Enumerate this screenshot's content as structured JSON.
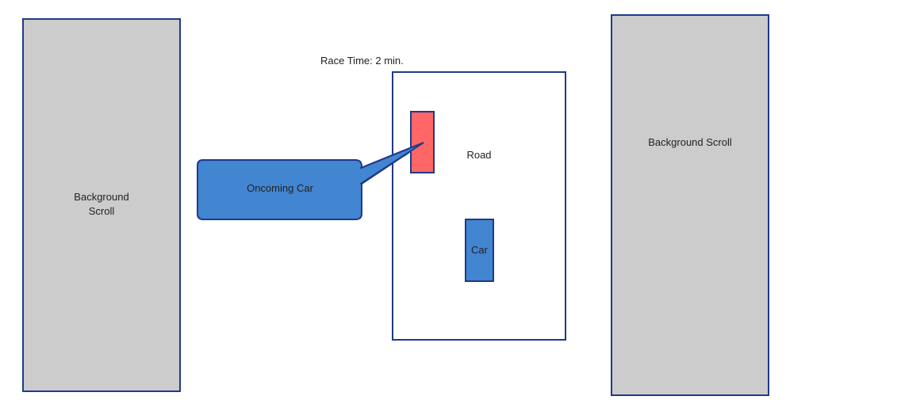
{
  "colors": {
    "border": "#1f3a8a",
    "background_scroll_fill": "#cccccc",
    "callout_fill": "#4285d0",
    "oncoming_car_fill": "#ff6666",
    "car_fill": "#4285d0",
    "road_fill": "#ffffff"
  },
  "left_background": {
    "label": "Background\nScroll"
  },
  "right_background": {
    "label": "Background Scroll"
  },
  "race_time": {
    "text": "Race Time: 2 min."
  },
  "road": {
    "label": "Road"
  },
  "oncoming_car": {
    "callout_label": "Oncoming Car"
  },
  "player_car": {
    "label": "Car"
  }
}
